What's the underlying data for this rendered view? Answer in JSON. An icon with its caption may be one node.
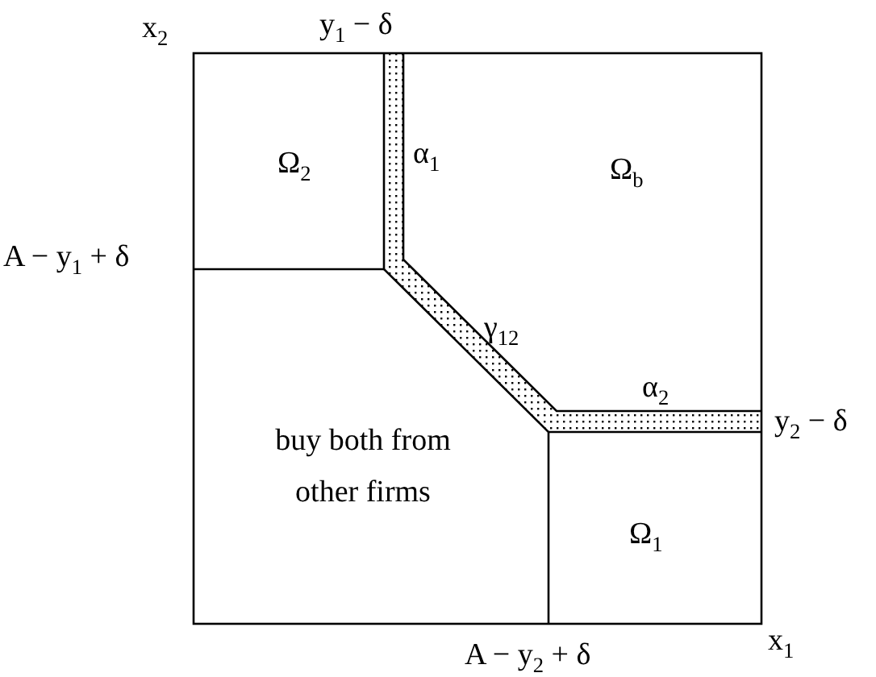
{
  "diagram": {
    "labels": [
      "x$_{2}$",
      "y$_{1}$ − δ",
      "Ω$_{2}$",
      "α$_{1}$",
      "Ω$_{b}$",
      "A − y$_{1}$ + δ",
      "γ$_{12}$",
      "α$_{2}$",
      "y$_{2}$ − δ",
      "buy both from other firms",
      "Ω$_{1}$",
      "x$_{1}$",
      "A − y$_{2}$ + δ"
    ]
  }
}
